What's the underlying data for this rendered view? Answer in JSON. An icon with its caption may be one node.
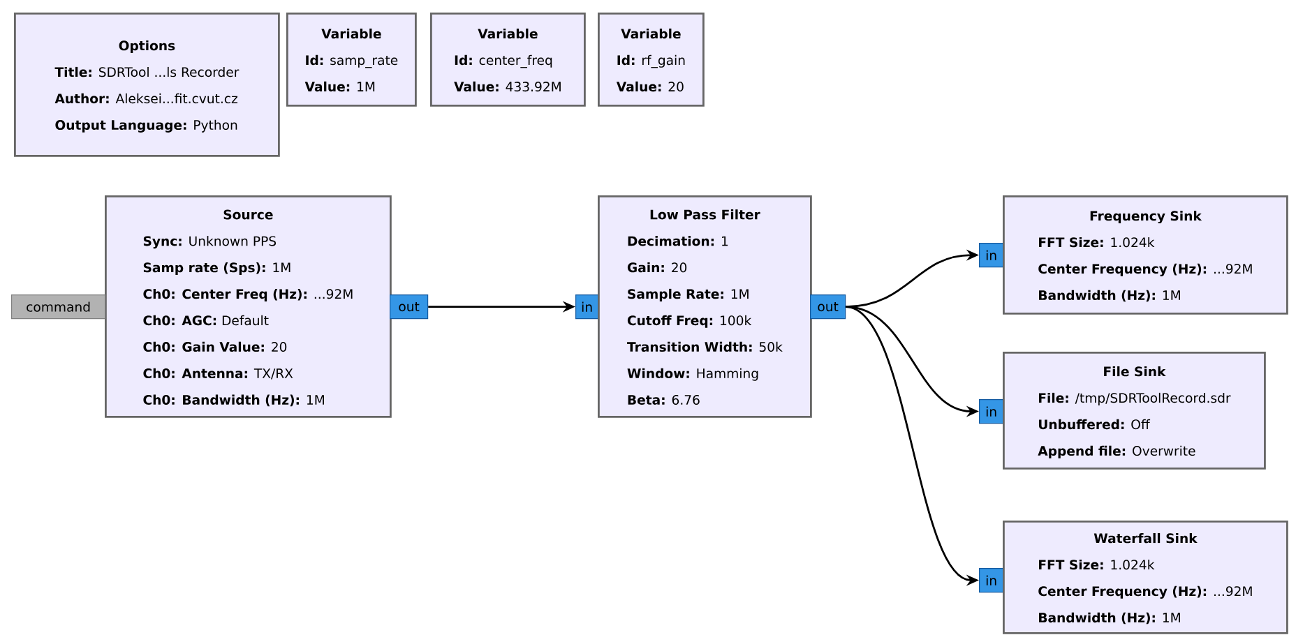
{
  "diagram": {
    "nodes": [
      {
        "text": [
          "Options",
          "**Title:** SDRTool ...ls Recorder",
          "**Author:** Aleksei...fit.cvut.cz",
          "**Output Language:** Python"
        ]
      },
      {
        "text": [
          "Variable",
          "**Id:** samp_rate",
          "**Value:** 1M"
        ]
      },
      {
        "text": [
          "Variable",
          "**Id:** center_freq",
          "**Value:** 433.92M"
        ]
      },
      {
        "text": [
          "Variable",
          "**Id:** rf_gain",
          "**Value:** 20"
        ]
      },
      {
        "text": [
          "Source",
          "**Sync:** Unknown PPS",
          "**Samp rate (Sps):** 1M",
          "**Ch0: Center Freq (Hz):** ...92M",
          "**Ch0: AGC:** Default",
          "**Ch0: Gain Value:** 20",
          "**Ch0: Antenna:** TX/RX",
          "**Ch0: Bandwidth (Hz):** 1M"
        ]
      },
      {
        "text": [
          "command"
        ]
      },
      {
        "text": [
          "out"
        ]
      },
      {
        "text": [
          "in"
        ]
      },
      {
        "text": [
          "Low Pass Filter",
          "**Decimation:** 1",
          "**Gain:** 20",
          "**Sample Rate:** 1M",
          "**Cutoff Freq:** 100k",
          "**Transition Width:** 50k",
          "**Window:** Hamming",
          "**Beta:** 6.76"
        ]
      },
      {
        "text": [
          "out"
        ]
      },
      {
        "text": [
          "in"
        ]
      },
      {
        "text": [
          "Frequency Sink",
          "**FFT Size:** 1.024k",
          "**Center Frequency (Hz):** ...92M",
          "**Bandwidth (Hz):** 1M"
        ]
      },
      {
        "text": [
          "in"
        ]
      },
      {
        "text": [
          "File Sink",
          "**File:** /tmp/SDRToolRecord.sdr",
          "**Unbuffered:** Off",
          "**Append file:** Overwrite"
        ]
      },
      {
        "text": [
          "in"
        ]
      },
      {
        "text": [
          "Waterfall Sink",
          "**FFT Size:** 1.024k",
          "**Center Frequency (Hz):** ...92M",
          "**Bandwidth (Hz):** 1M"
        ]
      }
    ],
    "edges": [
      {
        "from": 6,
        "to": 7,
        "arrow": "to"
      },
      {
        "from": 9,
        "to": 10,
        "arrow": "to"
      },
      {
        "from": 9,
        "to": 12,
        "arrow": "to"
      },
      {
        "from": 9,
        "to": 14,
        "arrow": "to"
      }
    ]
  }
}
